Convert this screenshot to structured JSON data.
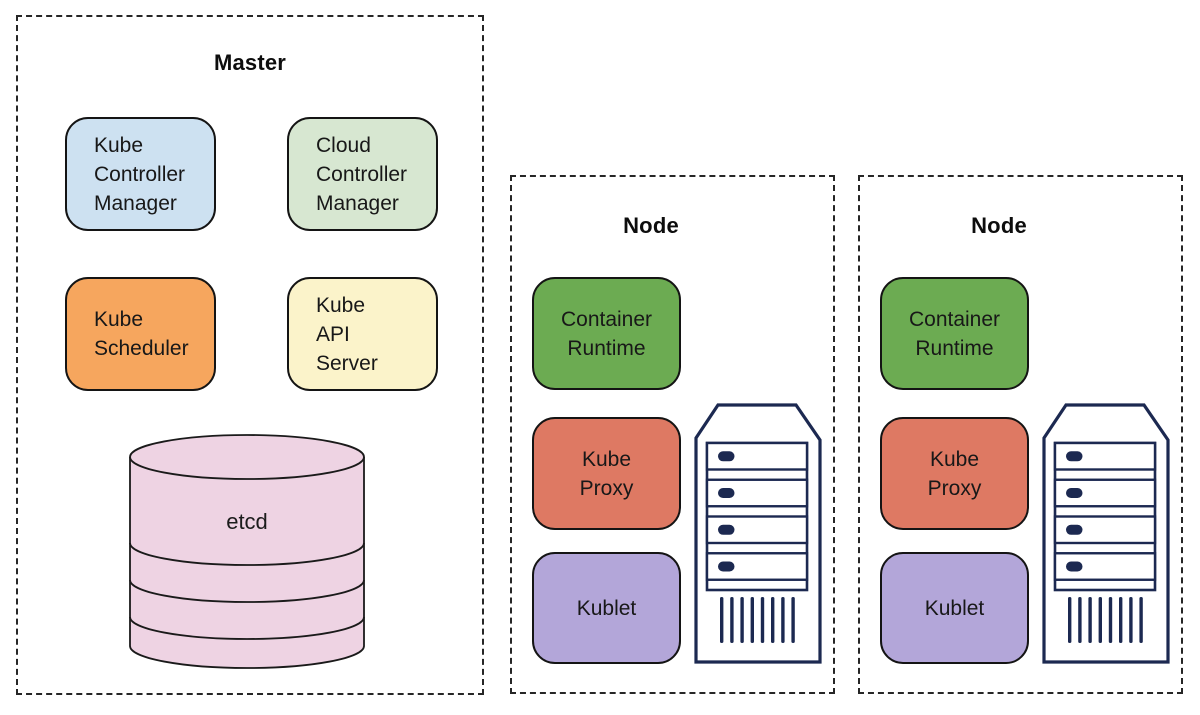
{
  "colors": {
    "kube_controller_manager": "#cde1f1",
    "cloud_controller_manager": "#d7e7d1",
    "kube_scheduler": "#f6a65e",
    "kube_api_server": "#fbf3ca",
    "etcd": "#eed3e3",
    "container_runtime": "#6cab52",
    "kube_proxy": "#de7963",
    "kublet": "#b3a6d9",
    "server_outline": "#1c2951",
    "box_border": "#141414",
    "panel_border": "#262626",
    "stroke_dark": "#1a1a1a"
  },
  "master": {
    "title": "Master",
    "components": [
      {
        "name": "kube-controller-manager",
        "lines": [
          "Kube",
          "Controller",
          "Manager"
        ],
        "color": "#cde1f1"
      },
      {
        "name": "cloud-controller-manager",
        "lines": [
          "Cloud",
          "Controller",
          "Manager"
        ],
        "color": "#d7e7d1"
      },
      {
        "name": "kube-scheduler",
        "lines": [
          "Kube",
          "Scheduler"
        ],
        "color": "#f6a65e"
      },
      {
        "name": "kube-api-server",
        "lines": [
          "Kube",
          "API",
          "Server"
        ],
        "color": "#fbf3ca"
      }
    ],
    "datastore": {
      "label": "etcd",
      "color": "#eed3e3",
      "icon": "database-cylinder-icon"
    }
  },
  "nodes": [
    {
      "title": "Node",
      "components": [
        {
          "name": "container-runtime",
          "lines": [
            "Container",
            "Runtime"
          ],
          "color": "#6cab52"
        },
        {
          "name": "kube-proxy",
          "lines": [
            "Kube",
            "Proxy"
          ],
          "color": "#de7963"
        },
        {
          "name": "kublet",
          "lines": [
            "Kublet"
          ],
          "color": "#b3a6d9"
        }
      ],
      "icon": "server-rack-icon"
    },
    {
      "title": "Node",
      "components": [
        {
          "name": "container-runtime",
          "lines": [
            "Container",
            "Runtime"
          ],
          "color": "#6cab52"
        },
        {
          "name": "kube-proxy",
          "lines": [
            "Kube",
            "Proxy"
          ],
          "color": "#de7963"
        },
        {
          "name": "kublet",
          "lines": [
            "Kublet"
          ],
          "color": "#b3a6d9"
        }
      ],
      "icon": "server-rack-icon"
    }
  ]
}
